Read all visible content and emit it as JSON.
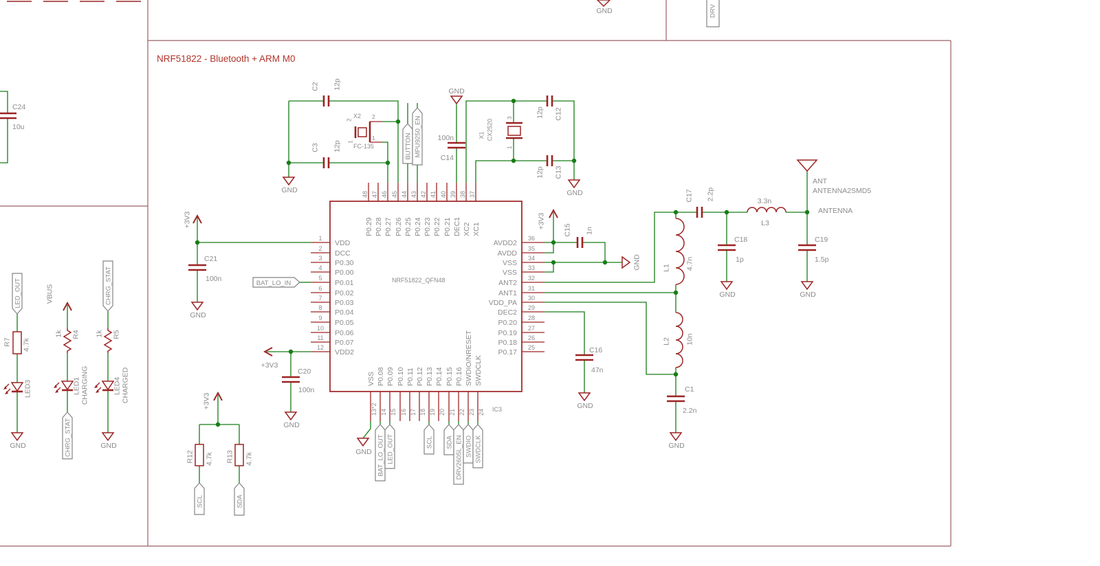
{
  "title": "NRF51822 - Bluetooth + ARM M0",
  "colors": {
    "wire": "#177d17",
    "symbol": "#9d2323",
    "text": "#8c8c8c",
    "frame": "#9b5f63",
    "title": "#b2342a"
  },
  "power": {
    "v33": "+3V3",
    "gnd": "GND"
  },
  "nets": {
    "antenna": "ANTENNA",
    "button": "BUTTON",
    "mpu9250_en": "MPU9250_EN",
    "bat_lo_in": "BAT_LO_IN",
    "bat_lo_out": "BAT_LO_OUT",
    "led_out": "LED_OUT",
    "scl": "SCL",
    "sda": "SDA",
    "drv2605l_en": "DRV2605L_EN",
    "swdio": "SWDIO",
    "swdclk": "SWDCLK",
    "chrg_stat": "CHRG_STAT",
    "vbus": "VBUS",
    "drv": "DRV"
  },
  "components": {
    "c1": {
      "n": "C1",
      "v": "2.2n"
    },
    "c2": {
      "n": "C2",
      "v": "12p"
    },
    "c3": {
      "n": "C3",
      "v": "12p"
    },
    "c12": {
      "n": "C12",
      "v": "12p"
    },
    "c13": {
      "n": "C13",
      "v": "12p"
    },
    "c14": {
      "n": "C14",
      "v": "100n"
    },
    "c15": {
      "n": "C15",
      "v": "1n"
    },
    "c16": {
      "n": "C16",
      "v": "47n"
    },
    "c17": {
      "n": "C17",
      "v": "2.2p"
    },
    "c18": {
      "n": "C18",
      "v": "1p"
    },
    "c19": {
      "n": "C19",
      "v": "1.5p"
    },
    "c20": {
      "n": "C20",
      "v": "100n"
    },
    "c21": {
      "n": "C21",
      "v": "100n"
    },
    "c24": {
      "n": "C24",
      "v": "10u"
    },
    "l1": {
      "n": "L1",
      "v": "4.7n"
    },
    "l2": {
      "n": "L2",
      "v": "10n"
    },
    "l3": {
      "n": "L3",
      "v": "3.3n"
    },
    "r4": {
      "n": "R4",
      "v": "1k"
    },
    "r5": {
      "n": "R5",
      "v": "1k"
    },
    "r7": {
      "n": "R7",
      "v": "4.7k"
    },
    "r12": {
      "n": "R12",
      "v": "4.7k"
    },
    "r13": {
      "n": "R13",
      "v": "4.7k"
    },
    "led1": {
      "n": "LED1",
      "v": "CHARGING"
    },
    "led3": {
      "n": "LED3"
    },
    "led4": {
      "n": "LED4",
      "v": "CHARGED"
    },
    "x1": {
      "n": "X1",
      "v": "CX2520",
      "p1": "1",
      "p3": "3"
    },
    "x2": {
      "n": "X2",
      "v": "FC-135",
      "p1": "1",
      "p2": "2"
    },
    "ant": {
      "n": "ANT",
      "v": "ANTENNA2SMD5"
    }
  },
  "ic": {
    "value": "NRF51822_QFN48",
    "name": "IC3",
    "left_pins": [
      {
        "n": "1",
        "l": "VDD"
      },
      {
        "n": "2",
        "l": "DCC"
      },
      {
        "n": "3",
        "l": "P0.30"
      },
      {
        "n": "4",
        "l": "P0.00"
      },
      {
        "n": "5",
        "l": "P0.01"
      },
      {
        "n": "6",
        "l": "P0.02"
      },
      {
        "n": "7",
        "l": "P0.03"
      },
      {
        "n": "8",
        "l": "P0.04"
      },
      {
        "n": "9",
        "l": "P0.05"
      },
      {
        "n": "10",
        "l": "P0.06"
      },
      {
        "n": "11",
        "l": "P0.07"
      },
      {
        "n": "12",
        "l": "VDD2"
      }
    ],
    "right_pins": [
      {
        "n": "36",
        "l": "AVDD2"
      },
      {
        "n": "35",
        "l": "AVDD"
      },
      {
        "n": "34",
        "l": "VSS"
      },
      {
        "n": "33",
        "l": "VSS"
      },
      {
        "n": "32",
        "l": "ANT2"
      },
      {
        "n": "31",
        "l": "ANT1"
      },
      {
        "n": "30",
        "l": "VDD_PA"
      },
      {
        "n": "29",
        "l": "DEC2"
      },
      {
        "n": "28",
        "l": "P0.20"
      },
      {
        "n": "27",
        "l": "P0.19"
      },
      {
        "n": "26",
        "l": "P0.18"
      },
      {
        "n": "25",
        "l": "P0.17"
      }
    ],
    "top_pins": [
      {
        "n": "48",
        "l": "P0.29"
      },
      {
        "n": "47",
        "l": "P0.28"
      },
      {
        "n": "46",
        "l": "P0.27"
      },
      {
        "n": "45",
        "l": "P0.26"
      },
      {
        "n": "44",
        "l": "P0.25"
      },
      {
        "n": "43",
        "l": "P0.24"
      },
      {
        "n": "42",
        "l": "P0.23"
      },
      {
        "n": "41",
        "l": "P0.22"
      },
      {
        "n": "40",
        "l": "P0.21"
      },
      {
        "n": "39",
        "l": "DEC1"
      },
      {
        "n": "38",
        "l": "XC2"
      },
      {
        "n": "37",
        "l": "XC1"
      }
    ],
    "bottom_pins": [
      {
        "n": "13*2",
        "l": "VSS"
      },
      {
        "n": "14",
        "l": "P0.08"
      },
      {
        "n": "15",
        "l": "P0.09"
      },
      {
        "n": "16",
        "l": "P0.10"
      },
      {
        "n": "17",
        "l": "P0.11"
      },
      {
        "n": "18",
        "l": "P0.12"
      },
      {
        "n": "19",
        "l": "P0.13"
      },
      {
        "n": "20",
        "l": "P0.14"
      },
      {
        "n": "21",
        "l": "P0.15"
      },
      {
        "n": "22",
        "l": "P0.16"
      },
      {
        "n": "23",
        "l": "SWDIO/NRESET"
      },
      {
        "n": "24",
        "l": "SWDCLK"
      }
    ]
  }
}
